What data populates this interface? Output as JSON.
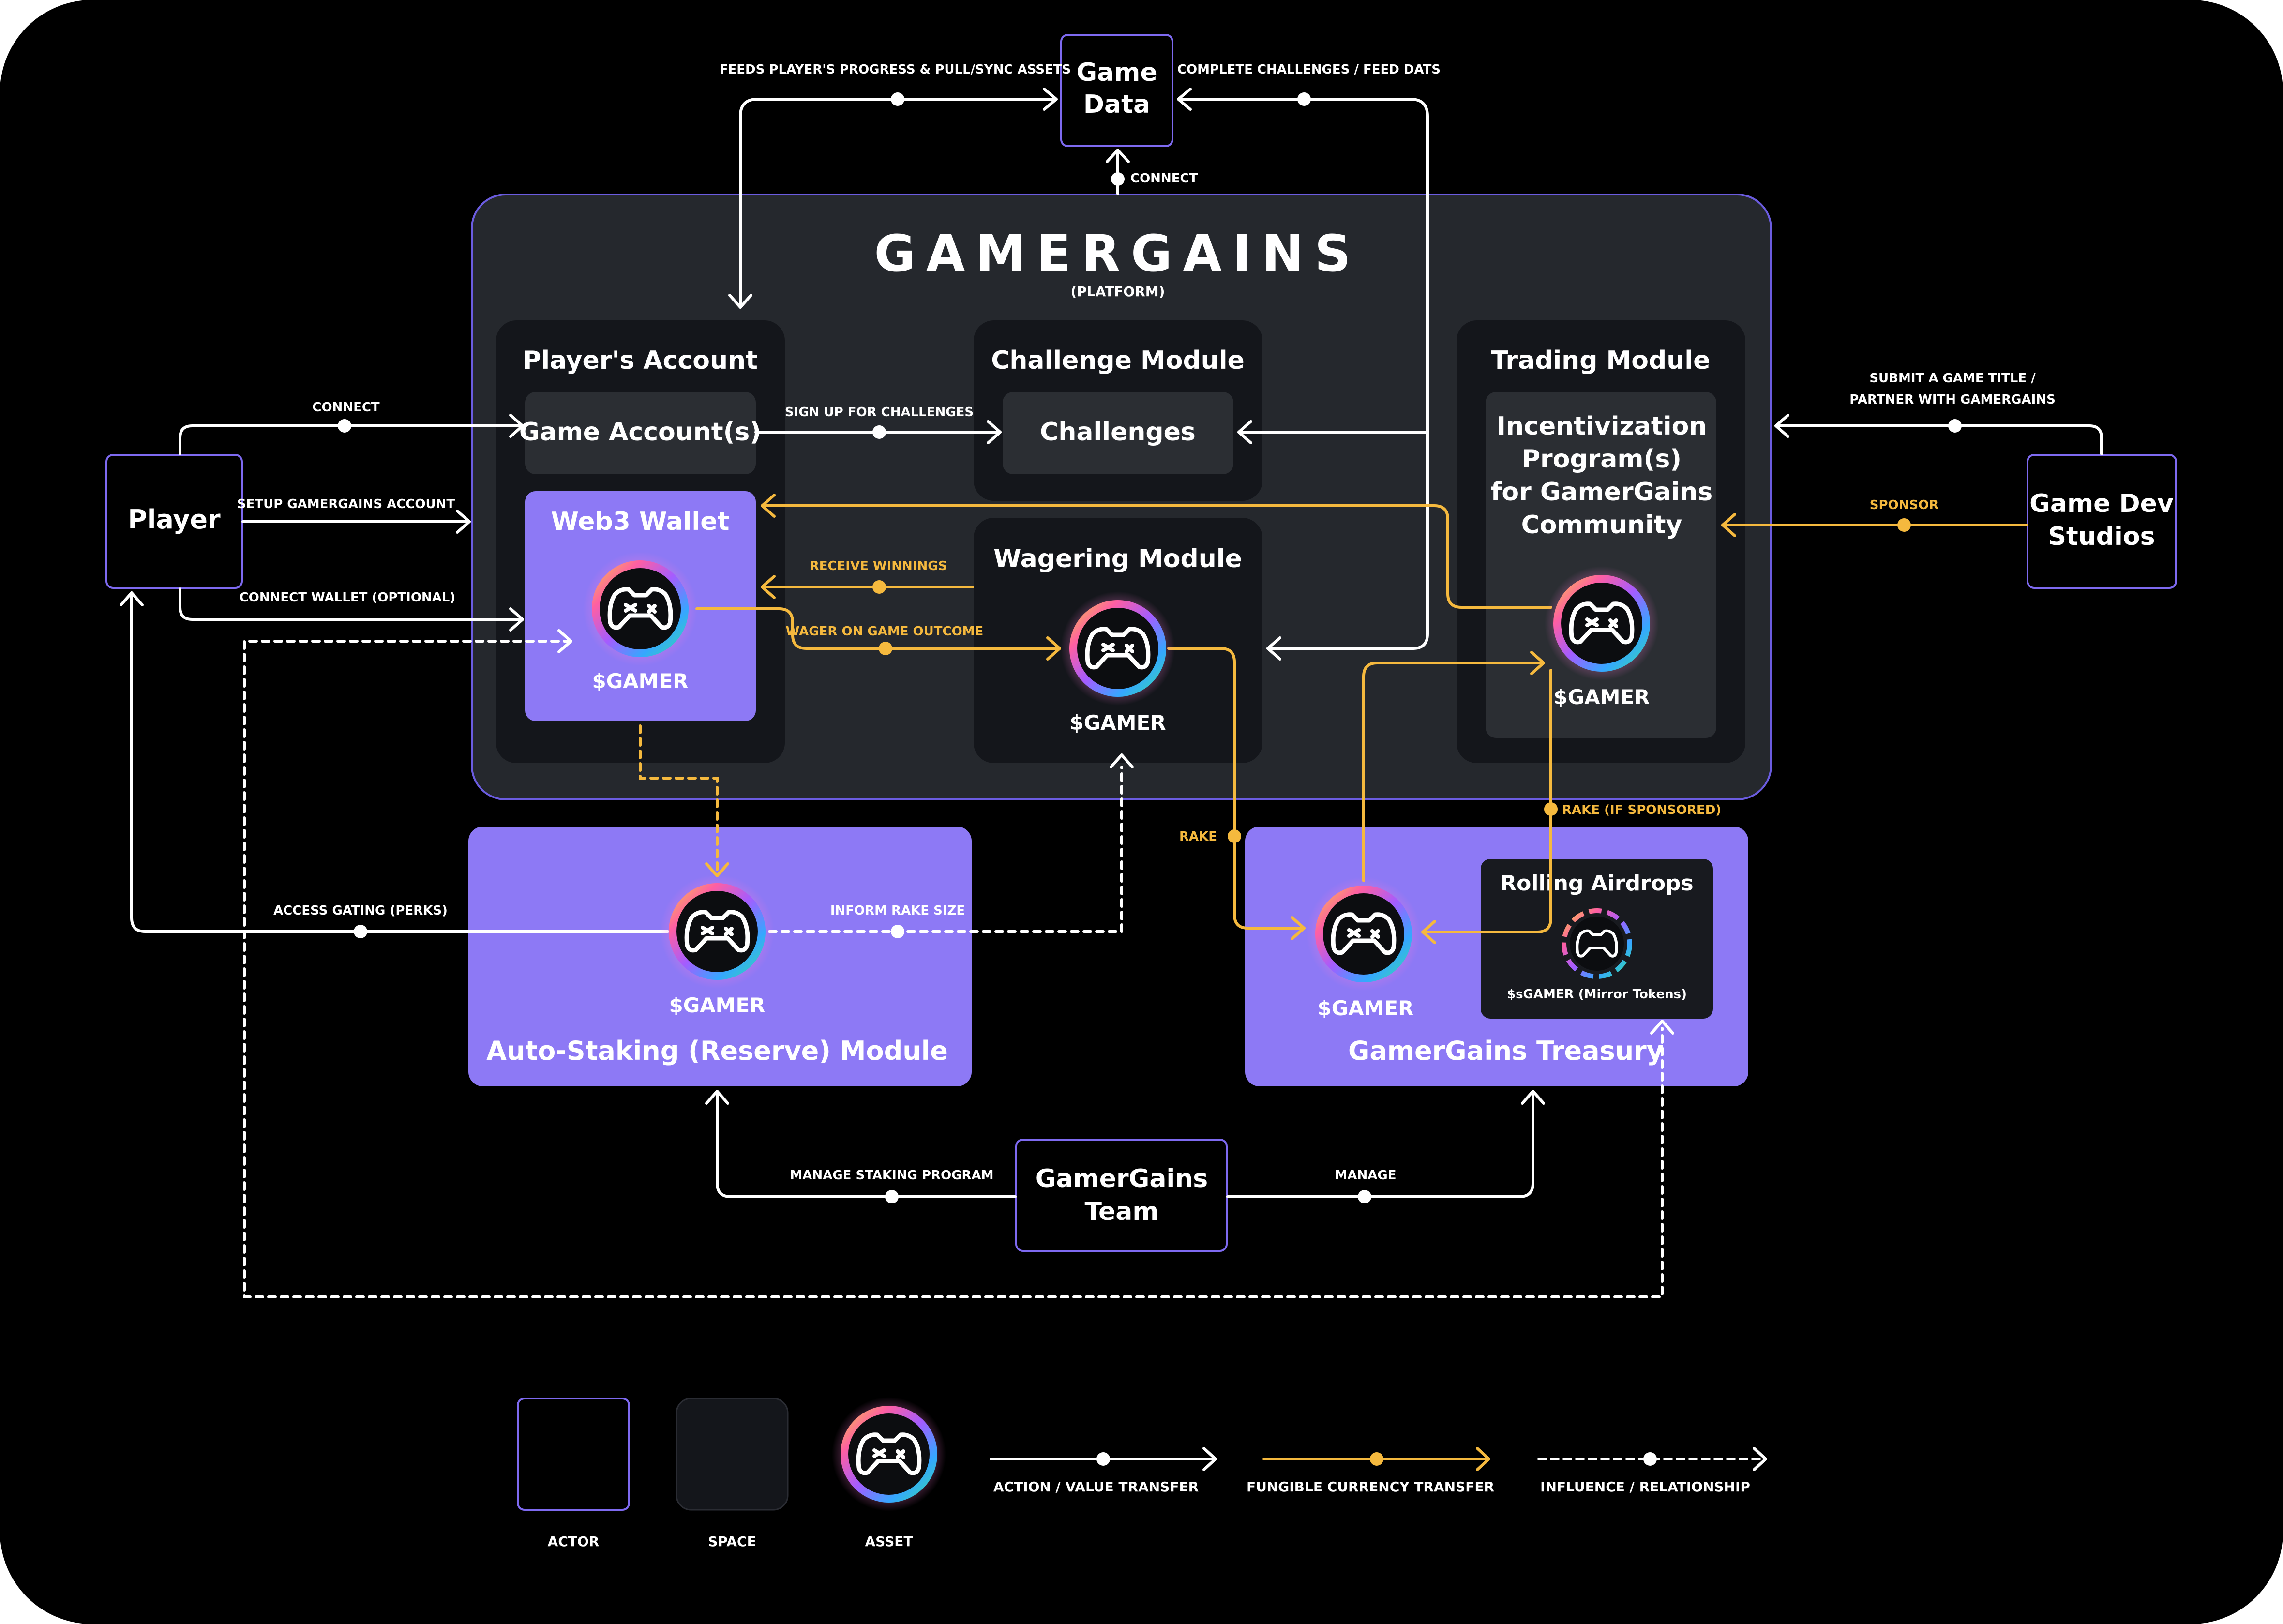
{
  "nodes": {
    "game_data": "Game\nData",
    "player": "Player",
    "game_dev_studios": "Game Dev\nStudios",
    "gamergains_team": "GamerGains\nTeam"
  },
  "platform": {
    "brand": "GAMERGAINS",
    "subtitle": "(PLATFORM)",
    "players_account": "Player's Account",
    "game_accounts": "Game Account(s)",
    "web3_wallet": "Web3 Wallet",
    "challenge_module": "Challenge Module",
    "challenges": "Challenges",
    "wagering_module": "Wagering Module",
    "trading_module": "Trading Module",
    "incentivization": "Incentivization\nProgram(s)\nfor GamerGains\nCommunity"
  },
  "lower": {
    "auto_staking": "Auto-Staking (Reserve) Module",
    "treasury": "GamerGains Treasury",
    "rolling_airdrops": "Rolling Airdrops",
    "mirror_tokens": "$sGAMER (Mirror Tokens)"
  },
  "token": "$GAMER",
  "edges": {
    "feeds_progress": "FEEDS PLAYER'S PROGRESS & PULL/SYNC ASSETS",
    "complete_challenges": "COMPLETE CHALLENGES / FEED DATS",
    "connect_game_data": "CONNECT",
    "connect_player": "CONNECT",
    "setup_account": "SETUP GAMERGAINS ACCOUNT",
    "connect_wallet": "CONNECT WALLET (OPTIONAL)",
    "sign_up": "SIGN UP FOR CHALLENGES",
    "submit_title": "SUBMIT A GAME TITLE /\nPARTNER WITH GAMERGAINS",
    "sponsor": "SPONSOR",
    "receive_winnings": "RECEIVE WINNINGS",
    "wager": "WAGER ON GAME OUTCOME",
    "rake": "RAKE",
    "rake_sponsored": "RAKE (IF SPONSORED)",
    "access_gating": "ACCESS GATING (PERKS)",
    "inform_rake": "INFORM RAKE SIZE",
    "manage_staking": "MANAGE STAKING PROGRAM",
    "manage": "MANAGE"
  },
  "legend": {
    "actor": "ACTOR",
    "space": "SPACE",
    "asset": "ASSET",
    "action": "ACTION / VALUE TRANSFER",
    "fungible": "FUNGIBLE CURRENCY TRANSFER",
    "influence": "INFLUENCE / RELATIONSHIP"
  },
  "colors": {
    "background": "#000000",
    "platform_fill": "#25282d",
    "space_fill": "#14161b",
    "inner_fill": "#2b2e33",
    "purple": "#8d79f5",
    "actor_border": "#7e6af0",
    "gold": "#f5b93e",
    "white": "#ffffff",
    "treasury_dark": "#181a1f"
  }
}
